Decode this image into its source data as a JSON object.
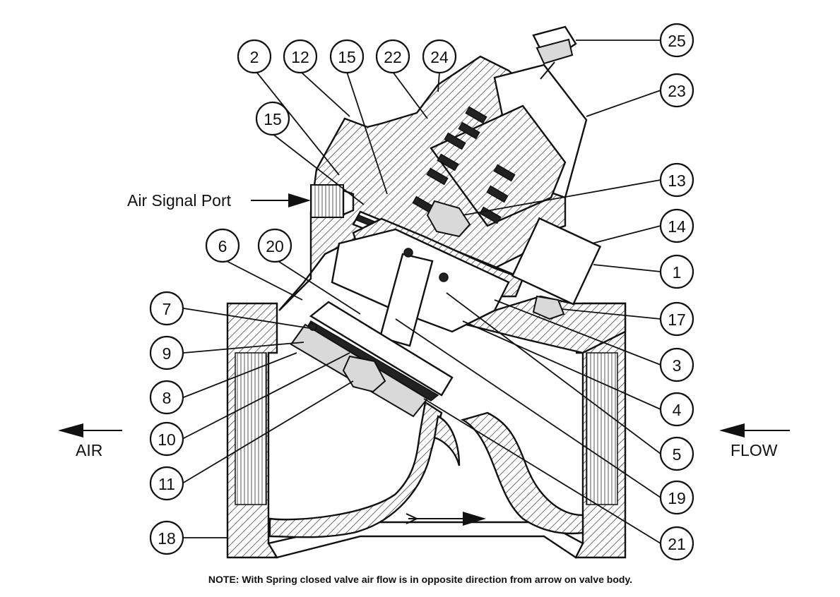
{
  "labels": {
    "air_signal_port": "Air Signal Port",
    "air": "AIR",
    "flow": "FLOW",
    "note": "NOTE: With Spring closed valve air flow is in opposite direction from arrow on valve body."
  },
  "callouts": [
    "2",
    "12",
    "15",
    "22",
    "24",
    "25",
    "23",
    "15",
    "13",
    "14",
    "6",
    "20",
    "1",
    "7",
    "17",
    "9",
    "3",
    "8",
    "4",
    "10",
    "5",
    "11",
    "19",
    "18",
    "21"
  ]
}
